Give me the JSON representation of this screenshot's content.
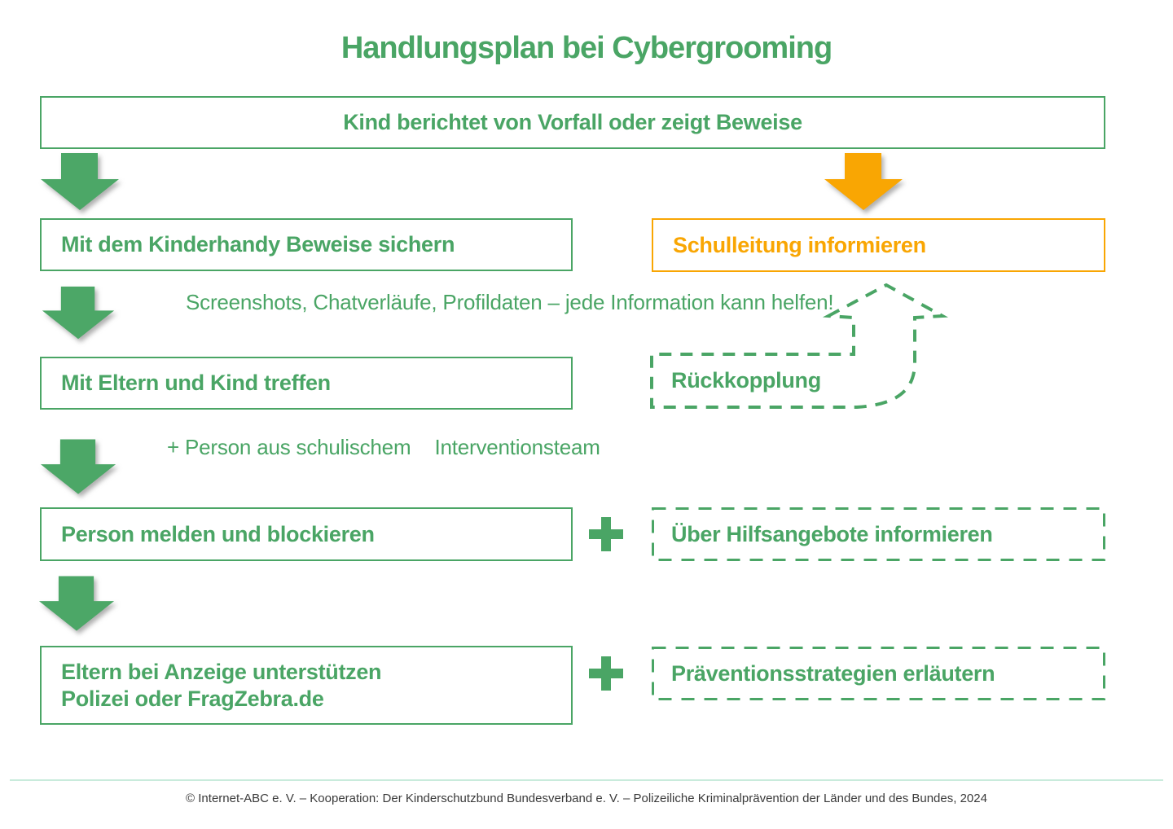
{
  "title": "Handlungsplan bei Cybergrooming",
  "colors": {
    "green": "#4AA565",
    "arrowGreen": "#4CA767",
    "orange": "#F9A603",
    "footerLine": "#C9EBDC",
    "footerText": "#3A3A3A"
  },
  "icons": {
    "down_arrow_green": "down-arrow-icon",
    "down_arrow_orange": "down-arrow-orange-icon",
    "plus": "plus-icon",
    "feedback_loop": "feedback-loop-arrow-icon"
  },
  "start_box": {
    "label": "Kind berichtet von Vorfall oder zeigt Beweise"
  },
  "left_steps": [
    {
      "id": "secure-evidence",
      "lines": [
        "Mit dem Kinderhandy Beweise sichern"
      ]
    },
    {
      "id": "meet-parents",
      "lines": [
        "Mit Eltern und Kind treffen"
      ]
    },
    {
      "id": "report-block",
      "lines": [
        "Person melden und blockieren"
      ]
    },
    {
      "id": "support-parents",
      "lines": [
        "Eltern bei Anzeige unterstützen",
        "Polizei oder FragZebra.de"
      ]
    }
  ],
  "notes": [
    {
      "lines": [
        "Screenshots, Chatverläufe, Profildaten –",
        "jede Information kann helfen!"
      ]
    },
    {
      "lines": [
        "+ Person aus schulischem",
        "Interventionsteam"
      ]
    }
  ],
  "right": {
    "school": "Schulleitung informieren",
    "feedback": "Rückkopplung",
    "help": "Über Hilfsangebote informieren",
    "prevention": "Präventionsstrategien erläutern"
  },
  "footer": {
    "credit": "© Internet-ABC e. V. – Kooperation: Der Kinderschutzbund Bundesverband e. V. – Polizeiliche Kriminalprävention der Länder und des Bundes, 2024"
  }
}
